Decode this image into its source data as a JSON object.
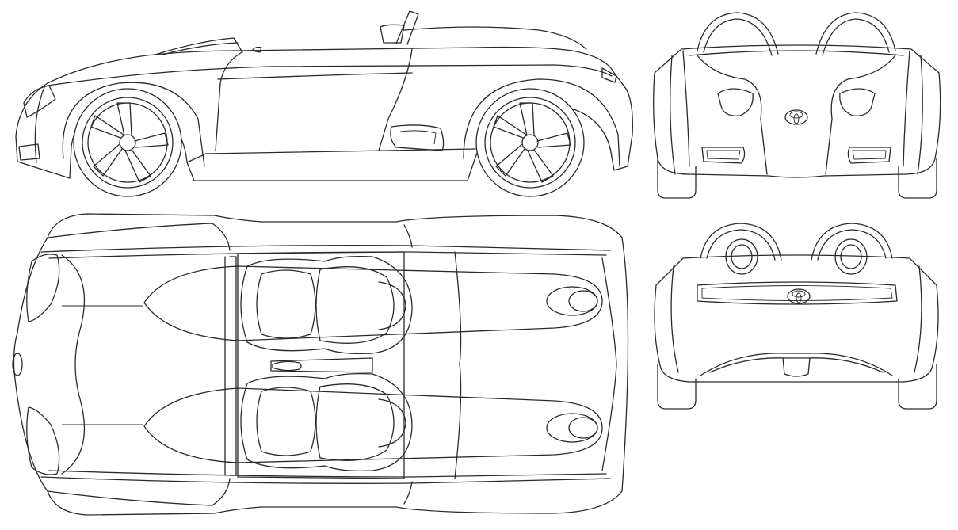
{
  "drawing": {
    "views": [
      "side",
      "front",
      "top",
      "rear"
    ],
    "line_color": "#2a2a2a",
    "background": "#ffffff",
    "emblem": "toyota-logo-icon"
  }
}
